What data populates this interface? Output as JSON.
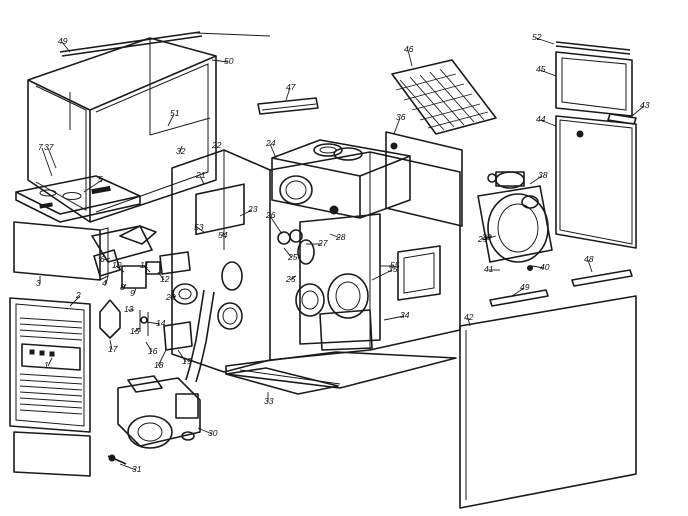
{
  "callouts": [
    {
      "n": "1"
    },
    {
      "n": "2"
    },
    {
      "n": "3"
    },
    {
      "n": "4"
    },
    {
      "n": "5"
    },
    {
      "n": "6"
    },
    {
      "n": "7"
    },
    {
      "n": "8"
    },
    {
      "n": "9"
    },
    {
      "n": "10"
    },
    {
      "n": "11"
    },
    {
      "n": "12"
    },
    {
      "n": "13"
    },
    {
      "n": "14"
    },
    {
      "n": "15"
    },
    {
      "n": "16"
    },
    {
      "n": "17"
    },
    {
      "n": "18"
    },
    {
      "n": "19"
    },
    {
      "n": "20"
    },
    {
      "n": "21"
    },
    {
      "n": "22"
    },
    {
      "n": "23"
    },
    {
      "n": "24"
    },
    {
      "n": "25"
    },
    {
      "n": "26"
    },
    {
      "n": "27"
    },
    {
      "n": "28"
    },
    {
      "n": "29"
    },
    {
      "n": "30"
    },
    {
      "n": "31"
    },
    {
      "n": "32"
    },
    {
      "n": "33"
    },
    {
      "n": "34"
    },
    {
      "n": "35"
    },
    {
      "n": "36"
    },
    {
      "n": "37"
    },
    {
      "n": "38"
    },
    {
      "n": "39"
    },
    {
      "n": "40"
    },
    {
      "n": "41"
    },
    {
      "n": "42"
    },
    {
      "n": "43"
    },
    {
      "n": "44"
    },
    {
      "n": "45"
    },
    {
      "n": "46"
    },
    {
      "n": "47"
    },
    {
      "n": "48"
    },
    {
      "n": "49"
    },
    {
      "n": "50"
    },
    {
      "n": "51"
    },
    {
      "n": "52"
    },
    {
      "n": "53"
    },
    {
      "n": "54"
    },
    {
      "n": "55"
    },
    {
      "n": "25"
    },
    {
      "n": "49"
    }
  ]
}
